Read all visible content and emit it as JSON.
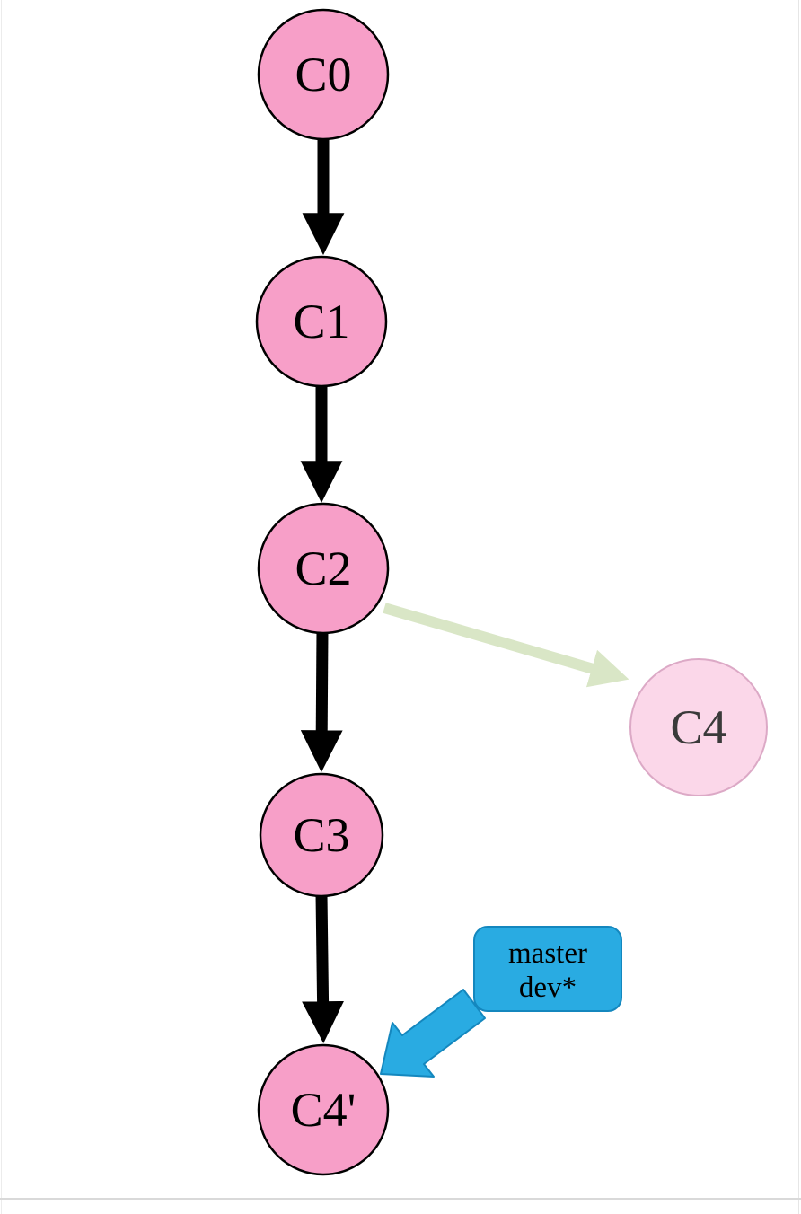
{
  "diagram": {
    "kind": "git-commit-graph",
    "nodes": [
      {
        "id": "C0",
        "label": "C0",
        "state": "normal"
      },
      {
        "id": "C1",
        "label": "C1",
        "state": "normal"
      },
      {
        "id": "C2",
        "label": "C2",
        "state": "normal"
      },
      {
        "id": "C3",
        "label": "C3",
        "state": "normal"
      },
      {
        "id": "C4p",
        "label": "C4'",
        "state": "normal"
      },
      {
        "id": "C4",
        "label": "C4",
        "state": "abandoned"
      }
    ],
    "edges": [
      {
        "from": "C0",
        "to": "C1",
        "style": "solid"
      },
      {
        "from": "C1",
        "to": "C2",
        "style": "solid"
      },
      {
        "from": "C2",
        "to": "C3",
        "style": "solid"
      },
      {
        "from": "C3",
        "to": "C4'",
        "style": "solid"
      },
      {
        "from": "C2",
        "to": "C4",
        "style": "faded"
      }
    ],
    "callout": {
      "labels": [
        "master",
        "dev*"
      ],
      "points_to": "C4'"
    },
    "colors": {
      "commit_fill": "#f79fc8",
      "commit_stroke": "#000000",
      "abandoned_fill": "#fbd7e9",
      "abandoned_stroke": "#dca9c6",
      "edge": "#000000",
      "abandoned_edge": "#d9e6c6",
      "callout_fill": "#29abe2",
      "callout_border": "#1487be",
      "callout_text": "#000000"
    }
  }
}
